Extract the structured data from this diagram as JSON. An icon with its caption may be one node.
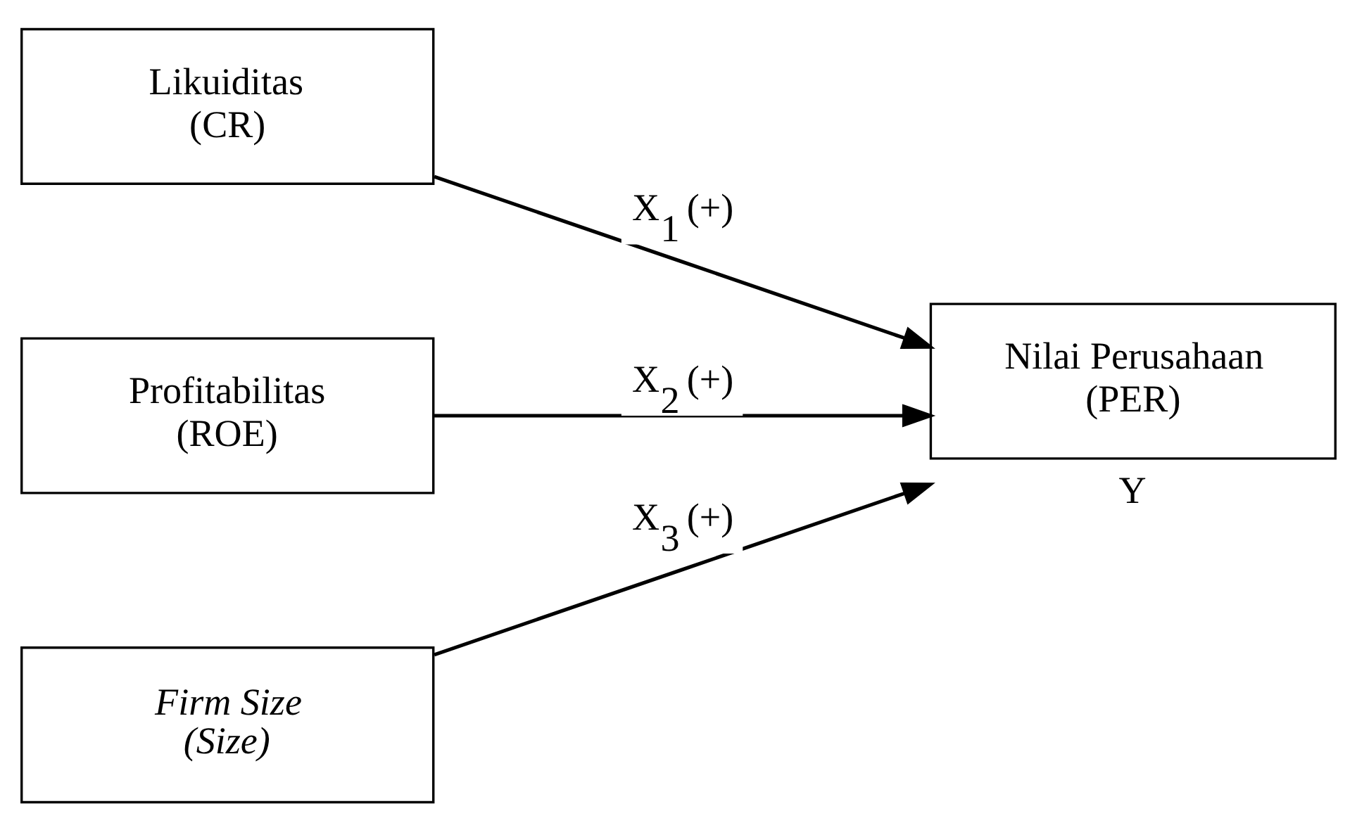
{
  "diagram": {
    "nodes": [
      {
        "text": [
          "Likuiditas (CR)"
        ]
      },
      {
        "text": [
          "Profitabilitas (ROE)"
        ]
      },
      {
        "text": [
          "Firm Size (Size)"
        ]
      },
      {
        "text": [
          "Nilai Perusahaan (PER)"
        ],
        "beside": [
          "Y"
        ]
      }
    ],
    "edges": [
      {
        "from": 0,
        "to": 3,
        "arrow": "to",
        "label": "X$_{1}$ (+)"
      },
      {
        "from": 1,
        "to": 3,
        "arrow": "to",
        "label": "X$_{2}$ (+)"
      },
      {
        "from": 2,
        "to": 3,
        "arrow": "to",
        "label": "X$_{3}$ (+)"
      }
    ]
  }
}
